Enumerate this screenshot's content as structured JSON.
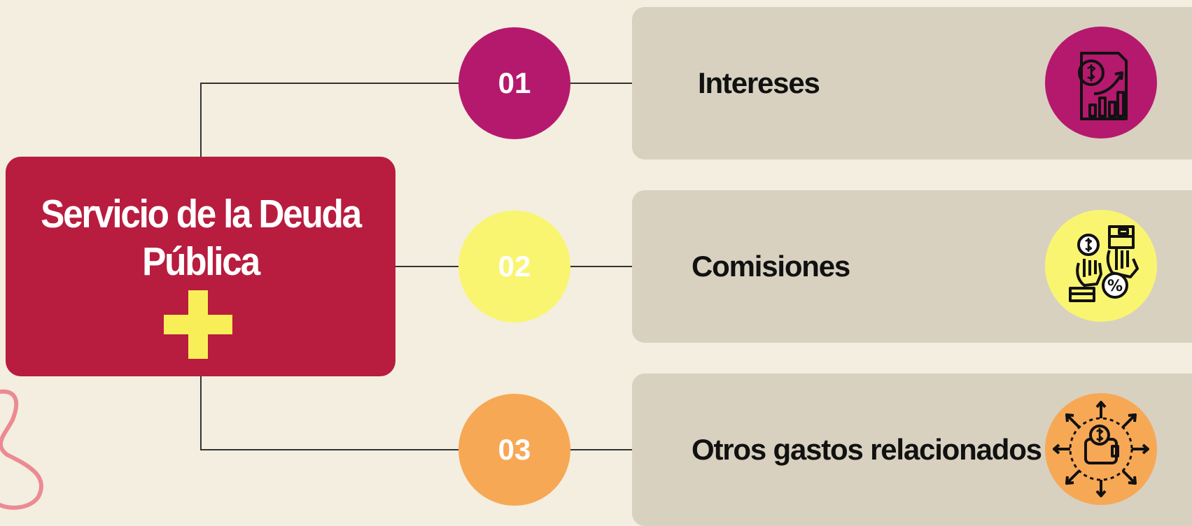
{
  "main": {
    "title": "Servicio de la Deuda Pública"
  },
  "items": [
    {
      "number": "01",
      "label": "Intereses",
      "color": "#b5196d",
      "icon": "financial-report-icon"
    },
    {
      "number": "02",
      "label": "Comisiones",
      "color": "#faf571",
      "icon": "money-exchange-percent-icon"
    },
    {
      "number": "03",
      "label": "Otros gastos relacionados",
      "color": "#f7a855",
      "icon": "wallet-distribution-icon"
    }
  ],
  "colors": {
    "background": "#f3eedf",
    "main_box": "#b81c3e",
    "plus": "#f8ee58",
    "card": "#d8d1c0",
    "connector": "#333333"
  }
}
